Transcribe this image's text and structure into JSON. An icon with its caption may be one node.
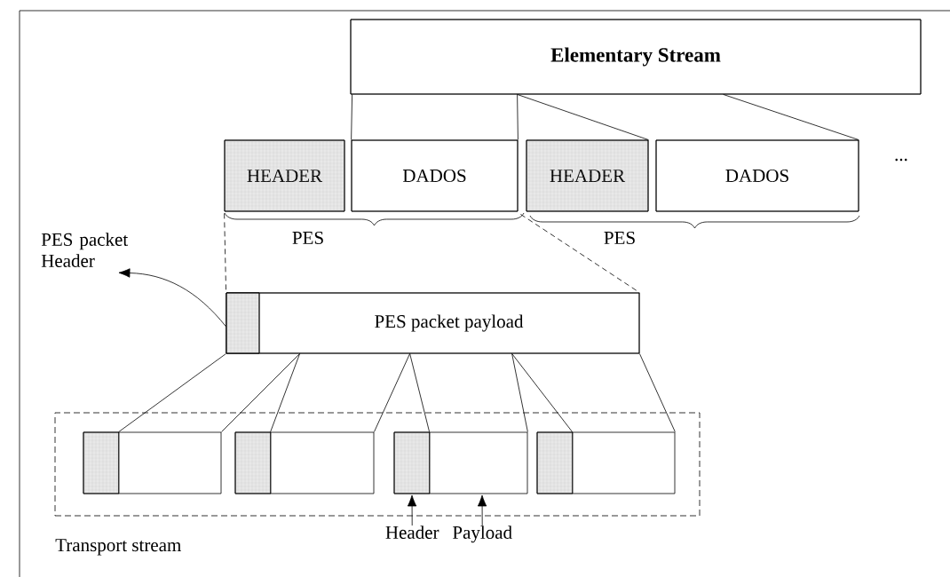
{
  "diagram": {
    "nodes": [
      {
        "text": [
          "Elementary Stream"
        ]
      },
      {
        "text": [
          "HEADER"
        ]
      },
      {
        "text": [
          "DADOS"
        ]
      },
      {
        "text": [
          "HEADER"
        ]
      },
      {
        "text": [
          "DADOS"
        ]
      },
      {
        "text": [
          "PES packet Header"
        ]
      },
      {
        "text": [
          "PES packet payload"
        ]
      },
      {
        "text": [],
        "shape": "box",
        "in": 6
      },
      {
        "text": [
          "Transport stream"
        ]
      },
      {
        "text": [],
        "shape": "box",
        "in": 8
      },
      {
        "text": [],
        "shape": "box",
        "in": 8
      },
      {
        "text": [],
        "shape": "box",
        "in": 8
      },
      {
        "text": [],
        "shape": "box",
        "in": 8
      },
      {
        "text": [],
        "shape": "box",
        "in": 8
      },
      {
        "text": [],
        "shape": "box",
        "in": 8
      },
      {
        "text": [],
        "shape": "box",
        "in": 8
      },
      {
        "text": [],
        "shape": "box",
        "in": 8
      },
      {
        "text": [
          "Header"
        ]
      },
      {
        "text": [
          "Payload"
        ]
      }
    ],
    "edges": [
      {
        "from": 0,
        "to": 2,
        "arrow": "none"
      },
      {
        "from": 0,
        "to": 2,
        "arrow": "none"
      },
      {
        "from": 0,
        "to": 4,
        "arrow": "none"
      },
      {
        "from": 0,
        "to": 4,
        "arrow": "none"
      },
      {
        "from": 1,
        "to": 6,
        "arrow": "none",
        "style": "dashed"
      },
      {
        "from": 2,
        "to": 6,
        "arrow": "none",
        "style": "dashed"
      },
      {
        "from": 7,
        "to": 5,
        "arrow": "to"
      },
      {
        "from": 6,
        "to": 10,
        "arrow": "none"
      },
      {
        "from": 6,
        "to": 10,
        "arrow": "none"
      },
      {
        "from": 6,
        "to": 12,
        "arrow": "none"
      },
      {
        "from": 6,
        "to": 12,
        "arrow": "none"
      },
      {
        "from": 6,
        "to": 14,
        "arrow": "none"
      },
      {
        "from": 6,
        "to": 14,
        "arrow": "none"
      },
      {
        "from": 6,
        "to": 16,
        "arrow": "none"
      },
      {
        "from": 6,
        "to": 16,
        "arrow": "none"
      },
      {
        "from": 17,
        "to": 13,
        "arrow": "to"
      },
      {
        "from": 18,
        "to": 14,
        "arrow": "to"
      }
    ],
    "labels": [
      "...",
      "PES",
      "PES"
    ]
  }
}
